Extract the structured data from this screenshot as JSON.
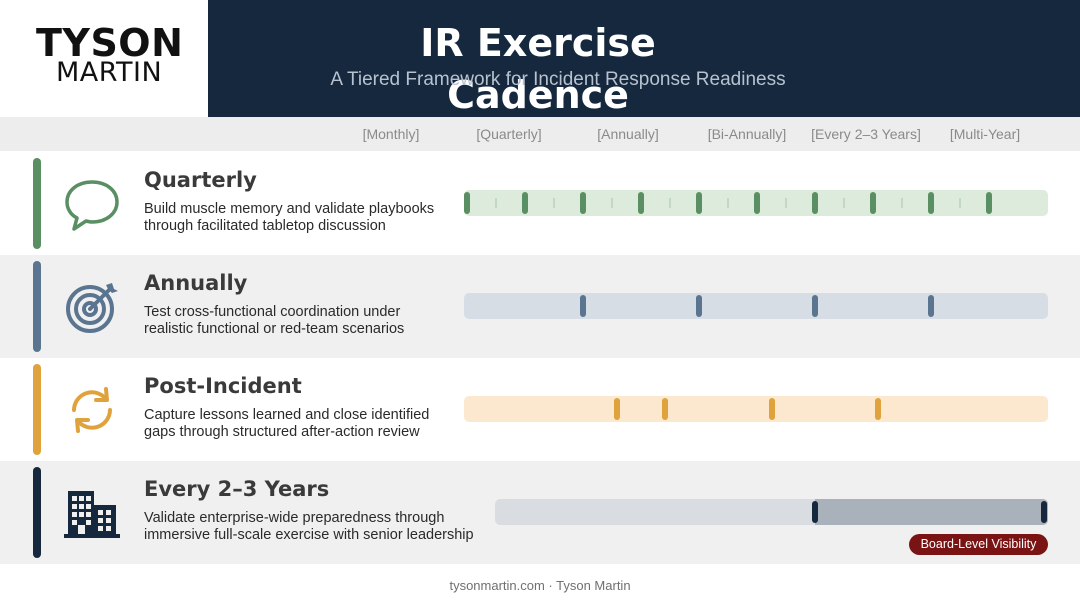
{
  "header": {
    "logo_line1": "TYSON",
    "logo_line2": "MARTIN",
    "title": "IR Exercise Cadence",
    "subtitle": "A Tiered Framework for Incident Response Readiness"
  },
  "columns": [
    "[Monthly]",
    "[Quarterly]",
    "[Annually]",
    "[Bi-Annually]",
    "[Every 2–3 Years]",
    "[Multi-Year]"
  ],
  "rows": [
    {
      "title": "Quarterly",
      "desc_line1": "Build muscle memory and validate playbooks",
      "desc_line2": "through facilitated tabletop discussion",
      "icon": "speech-bubble-icon",
      "accent": "#5a8f63",
      "track_color": "#dcebdc",
      "tick_color": "#5a8f63"
    },
    {
      "title": "Annually",
      "desc_line1": "Test cross-functional coordination under",
      "desc_line2": "realistic functional or red-team scenarios",
      "icon": "target-icon",
      "accent": "#5b7590",
      "track_color": "#d6dde5",
      "tick_color": "#5b7590"
    },
    {
      "title": "Post-Incident",
      "desc_line1": "Capture lessons learned and close identified",
      "desc_line2": "gaps through structured after-action review",
      "icon": "refresh-cycle-icon",
      "accent": "#e0a23c",
      "track_color": "#fbe8cf",
      "tick_color": "#e0a23c"
    },
    {
      "title": "Every 2–3 Years",
      "desc_line1": "Validate enterprise-wide preparedness through",
      "desc_line2": "immersive full-scale exercise with senior leadership",
      "icon": "building-icon",
      "accent": "#15283e",
      "track_color": "#d9dde2",
      "tick_color": "#15283e",
      "badge": "Board-Level Visibility"
    }
  ],
  "footer": "tysonmartin.com · Tyson Martin"
}
